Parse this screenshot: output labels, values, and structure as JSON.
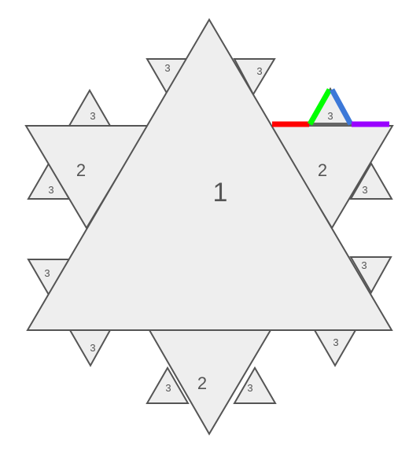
{
  "colors": {
    "background": "#ffffff",
    "fill": "#eeeeee",
    "stroke": "#555555",
    "label": "#555555",
    "highlight_red": "#ff0000",
    "highlight_green": "#00ff00",
    "highlight_blue": "#3c78d8",
    "highlight_purple": "#9900ff",
    "highlight_gray": "#666666"
  },
  "labels": {
    "big": "1",
    "medium": "2",
    "small": "3"
  }
}
